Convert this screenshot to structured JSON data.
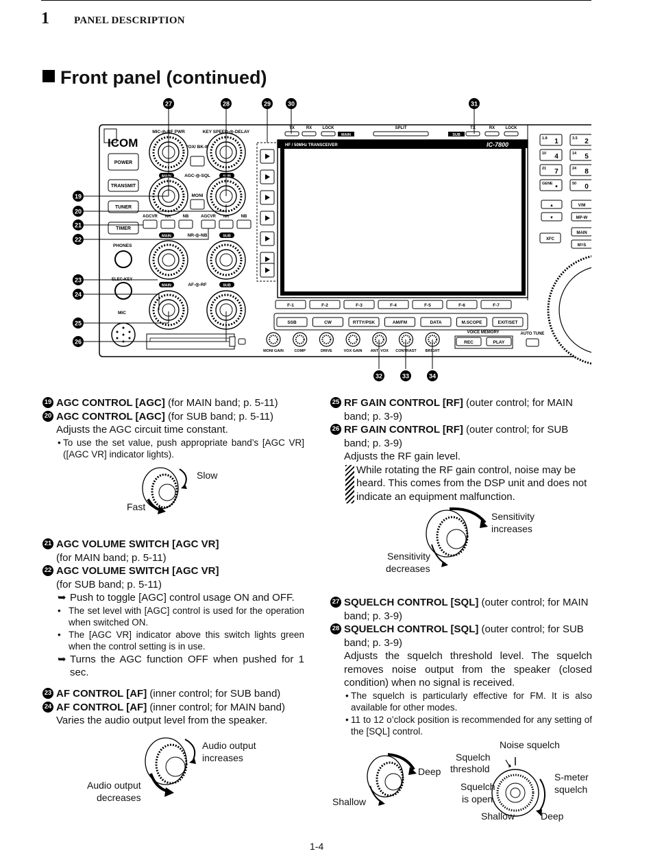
{
  "header": {
    "chapter_number": "1",
    "chapter_title": "PANEL DESCRIPTION"
  },
  "section_title": "Front panel (continued)",
  "panel": {
    "callouts_top": [
      "27",
      "28",
      "29",
      "30",
      "31"
    ],
    "callouts_left": [
      "19",
      "20",
      "21",
      "22",
      "23",
      "24",
      "25",
      "26"
    ],
    "callouts_bottom": [
      "32",
      "33",
      "34"
    ],
    "logo": "ICOM",
    "buttons_left": [
      "POWER",
      "TRANSMIT",
      "TUNER",
      "TIMER"
    ],
    "knob_labels": {
      "mic_rf": "MIC-◎-RF PWR",
      "key_delay": "KEY SPEED-◎-DELAY",
      "vox": "VOX/ BK-IN",
      "agc_sql": "AGC-◎-SQL",
      "moni": "MONI",
      "main": "MAIN",
      "sub": "SUB",
      "agcvr": "AGCVR",
      "nr": "NR",
      "nb": "NB",
      "nr_nb": "NR-◎-NB",
      "af_rf": "AF-◎-RF",
      "phones": "PHONES",
      "elec_key": "ELEC-KEY",
      "mic": "MIC"
    },
    "top_labels": {
      "tx": "TX",
      "rx": "RX",
      "lock": "LOCK",
      "main": "MAIN",
      "split": "SPLIT",
      "sub": "SUB"
    },
    "screen": {
      "left": "HF / 50MHz TRANSCEIVER",
      "right": "IC-7800"
    },
    "fkeys": [
      "F-1",
      "F-2",
      "F-3",
      "F-4",
      "F-5",
      "F-6",
      "F-7"
    ],
    "mode_keys": [
      "SSB",
      "CW",
      "RTTY/PSK",
      "AM/FM",
      "DATA",
      "M.SCOPE",
      "EXIT/SET"
    ],
    "bottom_knobs": [
      "MONI GAIN",
      "COMP",
      "DRIVE",
      "VOX GAIN",
      "ANTI VOX",
      "CONTRAST",
      "BRIGHT"
    ],
    "voice_memory": "VOICE MEMORY",
    "rec": "REC",
    "play": "PLAY",
    "auto_tune": "AUTO TUNE",
    "keypad": [
      [
        "1.8",
        "1"
      ],
      [
        "3.5",
        "2"
      ],
      [
        "10",
        "4"
      ],
      [
        "14",
        "5"
      ],
      [
        "21",
        "7"
      ],
      [
        "24",
        "8"
      ],
      [
        "GENE",
        "•"
      ],
      [
        "50",
        "0"
      ]
    ],
    "right_keys": [
      "▲",
      "V/M",
      "▼",
      "MP-W",
      "MAIN",
      "XFC",
      "M=S"
    ]
  },
  "left_col": {
    "i19": {
      "num": "19",
      "title": "AGC CONTROL [AGC]",
      "rest": " (for MAIN band; p. 5-11)"
    },
    "i20": {
      "num": "20",
      "title": "AGC CONTROL [AGC]",
      "rest": " (for SUB band; p. 5-11)"
    },
    "agc_desc": "Adjusts the AGC circuit time constant.",
    "agc_bullet": "To use the set value, push appropriate band’s [AGC VR] ([AGC VR] indicator lights).",
    "fig1": {
      "a": "Slow",
      "b": "Fast"
    },
    "i21": {
      "num": "21",
      "title": "AGC VOLUME SWITCH [AGC VR]",
      "rest": "(for MAIN band; p. 5-11)"
    },
    "i22": {
      "num": "22",
      "title": "AGC VOLUME SWITCH [AGC VR]",
      "rest": "(for SUB band; p. 5-11)"
    },
    "push": "Push to toggle [AGC] control usage ON and OFF.",
    "push_b1": "The set level with [AGC] control is used for the operation when switched ON.",
    "push_b2": "The [AGC VR] indicator above this switch lights green when the control setting is in use.",
    "hold": "Turns the AGC function OFF when pushed for 1 sec.",
    "arrow": "➥",
    "i23": {
      "num": "23",
      "title": "AF CONTROL [AF]",
      "rest": " (inner control; for SUB band)"
    },
    "i24": {
      "num": "24",
      "title": "AF CONTROL [AF]",
      "rest": " (inner control; for MAIN band)"
    },
    "af_desc": "Varies the audio output level from the speaker.",
    "fig3": {
      "a1": "Audio output",
      "a2": "increases",
      "b1": "Audio output",
      "b2": "decreases"
    }
  },
  "right_col": {
    "i25": {
      "num": "25",
      "title": "RF GAIN CONTROL [RF]",
      "rest": " (outer control; for MAIN band; p. 3-9)"
    },
    "i26": {
      "num": "26",
      "title": "RF GAIN CONTROL [RF]",
      "rest": " (outer control; for SUB band; p. 3-9)"
    },
    "rf_desc": "Adjusts the RF gain level.",
    "rf_note": "While rotating the RF gain control, noise may be heard. This comes from the DSP unit and does not indicate an equipment malfunction.",
    "fig2": {
      "a1": "Sensitivity",
      "a2": "increases",
      "b1": "Sensitivity",
      "b2": "decreases"
    },
    "i27": {
      "num": "27",
      "title": "SQUELCH CONTROL [SQL]",
      "rest": " (outer control; for MAIN band; p. 3-9)"
    },
    "i28": {
      "num": "28",
      "title": "SQUELCH CONTROL [SQL]",
      "rest": " (outer control; for SUB band; p. 3-9)"
    },
    "sql_desc": "Adjusts the squelch threshold level. The squelch removes noise output from the speaker (closed condition) when no signal is received.",
    "sql_b1": "The squelch is particularly effective for FM. It is also available for other modes.",
    "sql_b2": "11 to 12 o’clock position is recommended for any setting of the [SQL] control.",
    "fig4": {
      "deep": "Deep",
      "shallow": "Shallow",
      "noise": "Noise squelch",
      "thr1": "Squelch",
      "thr2": "threshold",
      "open1": "Squelch",
      "open2": "is open.",
      "smeter1": "S-meter",
      "smeter2": "squelch",
      "shallow2": "Shallow",
      "deep2": "Deep"
    }
  },
  "page_number": "1-4"
}
